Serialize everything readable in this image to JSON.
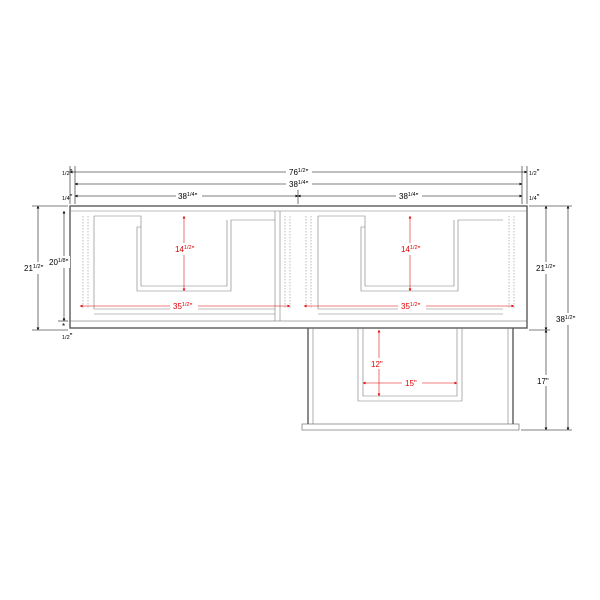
{
  "colors": {
    "outline": "#5a5a5a",
    "inner": "#7a7a7a",
    "dimension": "#000000",
    "interior_dimension": "#e00000"
  },
  "dimensions": {
    "overall_width": {
      "whole": "76",
      "frac": "1/2",
      "unit": "\""
    },
    "inner_width": {
      "whole": "38",
      "frac": "1/4",
      "unit": "\""
    },
    "left_section_width": {
      "whole": "38",
      "frac": "1/4",
      "unit": "\""
    },
    "right_section_width": {
      "whole": "38",
      "frac": "1/4",
      "unit": "\""
    },
    "left_end_gap_top": {
      "whole": "",
      "frac": "1/2",
      "unit": "\""
    },
    "right_end_gap_top": {
      "whole": "",
      "frac": "1/2",
      "unit": "\""
    },
    "left_end_gap_second": {
      "whole": "",
      "frac": "1/4",
      "unit": "\""
    },
    "right_end_gap_second": {
      "whole": "",
      "frac": "1/4",
      "unit": "\""
    },
    "left_overall_height": {
      "whole": "21",
      "frac": "1/2",
      "unit": "\""
    },
    "left_inner_height": {
      "whole": "20",
      "frac": "1/8",
      "unit": "\""
    },
    "left_bottom_gap": {
      "whole": "",
      "frac": "1/2",
      "unit": "\""
    },
    "left_bottom_marker": "*",
    "right_upper_height": {
      "whole": "21",
      "frac": "1/2",
      "unit": "\""
    },
    "right_total_height": {
      "whole": "38",
      "frac": "1/2",
      "unit": "\""
    },
    "right_lower_height": {
      "whole": "17",
      "frac": "",
      "unit": "\""
    },
    "left_notch_height": {
      "whole": "14",
      "frac": "1/2",
      "unit": "\""
    },
    "right_notch_height": {
      "whole": "14",
      "frac": "1/2",
      "unit": "\""
    },
    "left_interior_width": {
      "whole": "35",
      "frac": "1/2",
      "unit": "\""
    },
    "right_interior_width": {
      "whole": "35",
      "frac": "1/2",
      "unit": "\""
    },
    "lower_notch_height": {
      "whole": "12",
      "frac": "",
      "unit": "\""
    },
    "lower_notch_width": {
      "whole": "15",
      "frac": "",
      "unit": "\""
    }
  }
}
